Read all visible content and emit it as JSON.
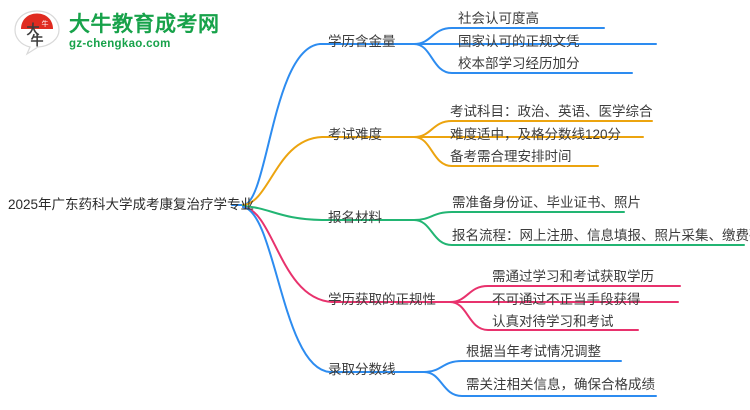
{
  "logo": {
    "mark_name": "da-niu-speech-bubble-logo",
    "mark_text": "大牛",
    "title": "大牛教育成考网",
    "subtitle": "gz-chengkao.com",
    "color": "#17a24a",
    "mark_accent": "#e02b20"
  },
  "mindmap": {
    "type": "mindmap",
    "root": "2025年广东药科大学成考康复治疗学专业",
    "branches": [
      {
        "label": "学历含金量",
        "color": "#2d8cf0",
        "children": [
          "社会认可度高",
          "国家认可的正规文凭",
          "校本部学习经历加分"
        ]
      },
      {
        "label": "考试难度",
        "color": "#eca40f",
        "children": [
          "考试科目：政治、英语、医学综合",
          "难度适中，及格分数线120分",
          "备考需合理安排时间"
        ]
      },
      {
        "label": "报名材料",
        "color": "#22b573",
        "children": [
          "需准备身份证、毕业证书、照片",
          "报名流程：网上注册、信息填报、照片采集、缴费确认"
        ]
      },
      {
        "label": "学历获取的正规性",
        "color": "#e8326d",
        "children": [
          "需通过学习和考试获取学历",
          "不可通过不正当手段获得",
          "认真对待学习和考试"
        ]
      },
      {
        "label": "录取分数线",
        "color": "#2d8cf0",
        "children": [
          "根据当年考试情况调整",
          "需关注相关信息，确保合格成绩"
        ]
      }
    ]
  }
}
